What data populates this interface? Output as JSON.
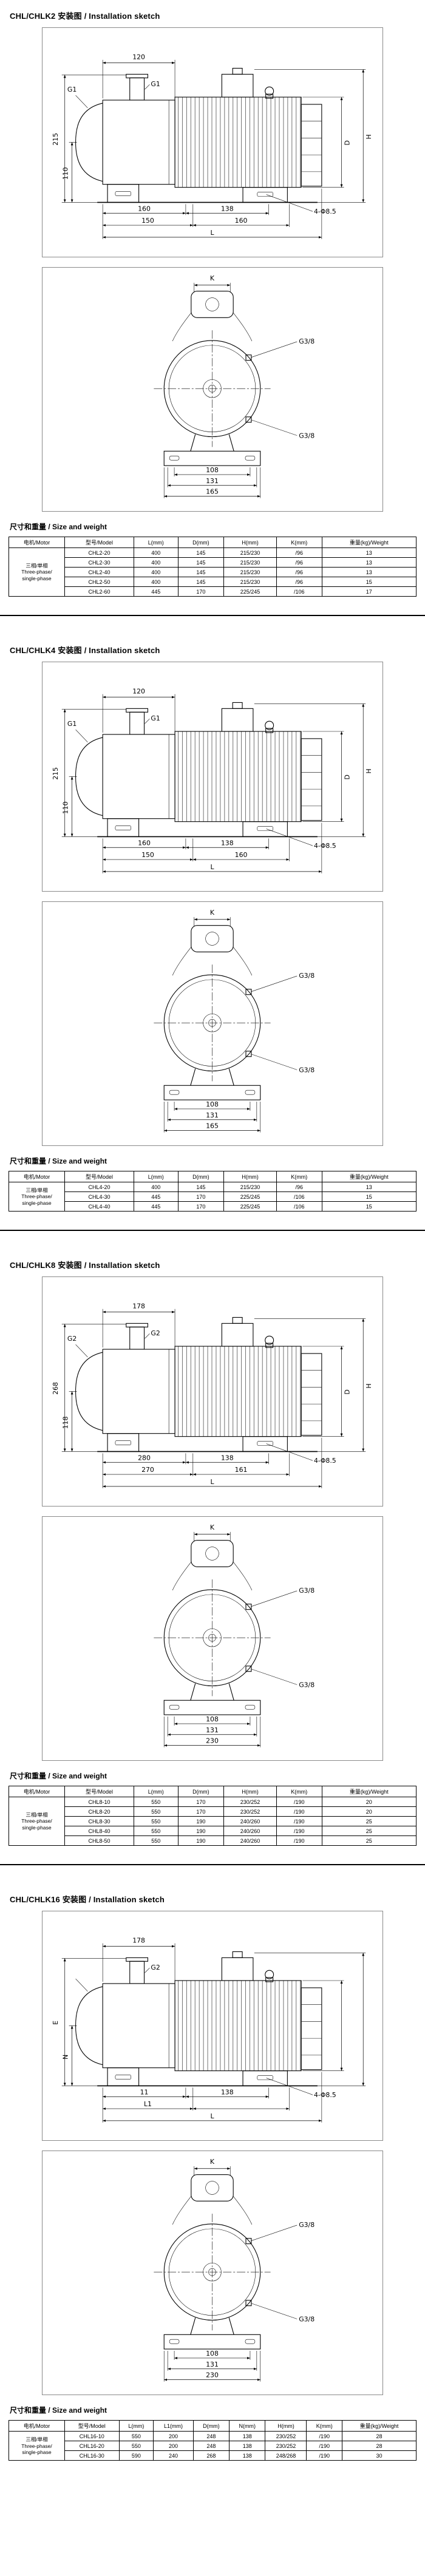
{
  "page": {
    "background": "#ffffff",
    "text_color": "#000000",
    "divider_color": "#000000"
  },
  "sections": [
    {
      "title": "CHL/CHLK2 安装图 / Installation sketch",
      "size_heading": "尺寸和重量 / Size and weight",
      "side_view": {
        "dim_top": "120",
        "port_top": "G1",
        "port_left": "G1",
        "dim_left_outer": "215",
        "dim_left_inner": "110",
        "b1a": "160",
        "b1b": "138",
        "b2a": "150",
        "b2b": "160",
        "b3": "L",
        "holes_note": "4-Φ8.5",
        "dim_d": "D",
        "dim_h": "H"
      },
      "front_view": {
        "dim_k": "K",
        "plug_top": "G3/8",
        "plug_bottom": "G3/8",
        "d1": "108",
        "d2": "131",
        "d3": "165"
      },
      "table": {
        "headers": [
          "电机/Motor",
          "型号/Model",
          "L(mm)",
          "D(mm)",
          "H(mm)",
          "K(mm)",
          "重量(kg)/Weight"
        ],
        "motor": "三相/单相\nThree-phase/\nsingle-phase",
        "rows": [
          [
            "CHL2-20",
            "400",
            "145",
            "215/230",
            "/96",
            "13"
          ],
          [
            "CHL2-30",
            "400",
            "145",
            "215/230",
            "/96",
            "13"
          ],
          [
            "CHL2-40",
            "400",
            "145",
            "215/230",
            "/96",
            "13"
          ],
          [
            "CHL2-50",
            "400",
            "145",
            "215/230",
            "/96",
            "15"
          ],
          [
            "CHL2-60",
            "445",
            "170",
            "225/245",
            "/106",
            "17"
          ]
        ]
      }
    },
    {
      "title": "CHL/CHLK4 安装图 / Installation sketch",
      "size_heading": "尺寸和重量 / Size and weight",
      "side_view": {
        "dim_top": "120",
        "port_top": "G1",
        "port_left": "G1",
        "dim_left_outer": "215",
        "dim_left_inner": "110",
        "b1a": "160",
        "b1b": "138",
        "b2a": "150",
        "b2b": "160",
        "b3": "L",
        "holes_note": "4-Φ8.5",
        "dim_d": "D",
        "dim_h": "H"
      },
      "front_view": {
        "dim_k": "K",
        "plug_top": "G3/8",
        "plug_bottom": "G3/8",
        "d1": "108",
        "d2": "131",
        "d3": "165"
      },
      "table": {
        "headers": [
          "电机/Motor",
          "型号/Model",
          "L(mm)",
          "D(mm)",
          "H(mm)",
          "K(mm)",
          "重量(kg)/Weight"
        ],
        "motor": "三相/单相\nThree-phase/\nsingle-phase",
        "rows": [
          [
            "CHL4-20",
            "400",
            "145",
            "215/230",
            "/96",
            "13"
          ],
          [
            "CHL4-30",
            "445",
            "170",
            "225/245",
            "/106",
            "15"
          ],
          [
            "CHL4-40",
            "445",
            "170",
            "225/245",
            "/106",
            "15"
          ]
        ]
      }
    },
    {
      "title": "CHL/CHLK8 安装图 / Installation sketch",
      "size_heading": "尺寸和重量 / Size and weight",
      "side_view": {
        "dim_top": "178",
        "port_top": "G2",
        "port_left": "G2",
        "dim_left_outer": "268",
        "dim_left_inner": "118",
        "b1a": "280",
        "b1b": "138",
        "b2a": "270",
        "b2b": "161",
        "b3": "L",
        "holes_note": "4-Φ8.5",
        "dim_d": "D",
        "dim_h": "H"
      },
      "front_view": {
        "dim_k": "K",
        "plug_top": "G3/8",
        "plug_bottom": "G3/8",
        "d1": "108",
        "d2": "131",
        "d3": "230"
      },
      "table": {
        "headers": [
          "电机/Motor",
          "型号/Model",
          "L(mm)",
          "D(mm)",
          "H(mm)",
          "K(mm)",
          "重量(kg)/Weight"
        ],
        "motor": "三相/单相\nThree-phase/\nsingle-phase",
        "rows": [
          [
            "CHL8-10",
            "550",
            "170",
            "230/252",
            "/190",
            "20"
          ],
          [
            "CHL8-20",
            "550",
            "170",
            "230/252",
            "/190",
            "20"
          ],
          [
            "CHL8-30",
            "550",
            "190",
            "240/260",
            "/190",
            "25"
          ],
          [
            "CHL8-40",
            "550",
            "190",
            "240/260",
            "/190",
            "25"
          ],
          [
            "CHL8-50",
            "550",
            "190",
            "240/260",
            "/190",
            "25"
          ]
        ]
      }
    },
    {
      "title": "CHL/CHLK16 安装图 / Installation sketch",
      "size_heading": "尺寸和重量 / Size and weight",
      "side_view": {
        "dim_top": "178",
        "port_top": "G2",
        "port_left": "",
        "dim_left_outer": "E",
        "dim_left_inner": "N",
        "b1a": "11",
        "b1b": "138",
        "b2a": "L1",
        "b2b": "",
        "b3": "L",
        "holes_note": "4-Φ8.5",
        "dim_d": "",
        "dim_h": ""
      },
      "front_view": {
        "dim_k": "K",
        "plug_top": "G3/8",
        "plug_bottom": "G3/8",
        "d1": "108",
        "d2": "131",
        "d3": "230"
      },
      "table": {
        "headers": [
          "电机/Motor",
          "型号/Model",
          "L(mm)",
          "L1(mm)",
          "D(mm)",
          "N(mm)",
          "H(mm)",
          "K(mm)",
          "重量(kg)/Weight"
        ],
        "motor": "三相/单相\nThree-phase/\nsingle-phase",
        "rows": [
          [
            "CHL16-10",
            "550",
            "200",
            "248",
            "138",
            "230/252",
            "/190",
            "28"
          ],
          [
            "CHL16-20",
            "550",
            "200",
            "248",
            "138",
            "230/252",
            "/190",
            "28"
          ],
          [
            "CHL16-30",
            "590",
            "240",
            "268",
            "138",
            "248/268",
            "/190",
            "30"
          ]
        ]
      }
    }
  ]
}
